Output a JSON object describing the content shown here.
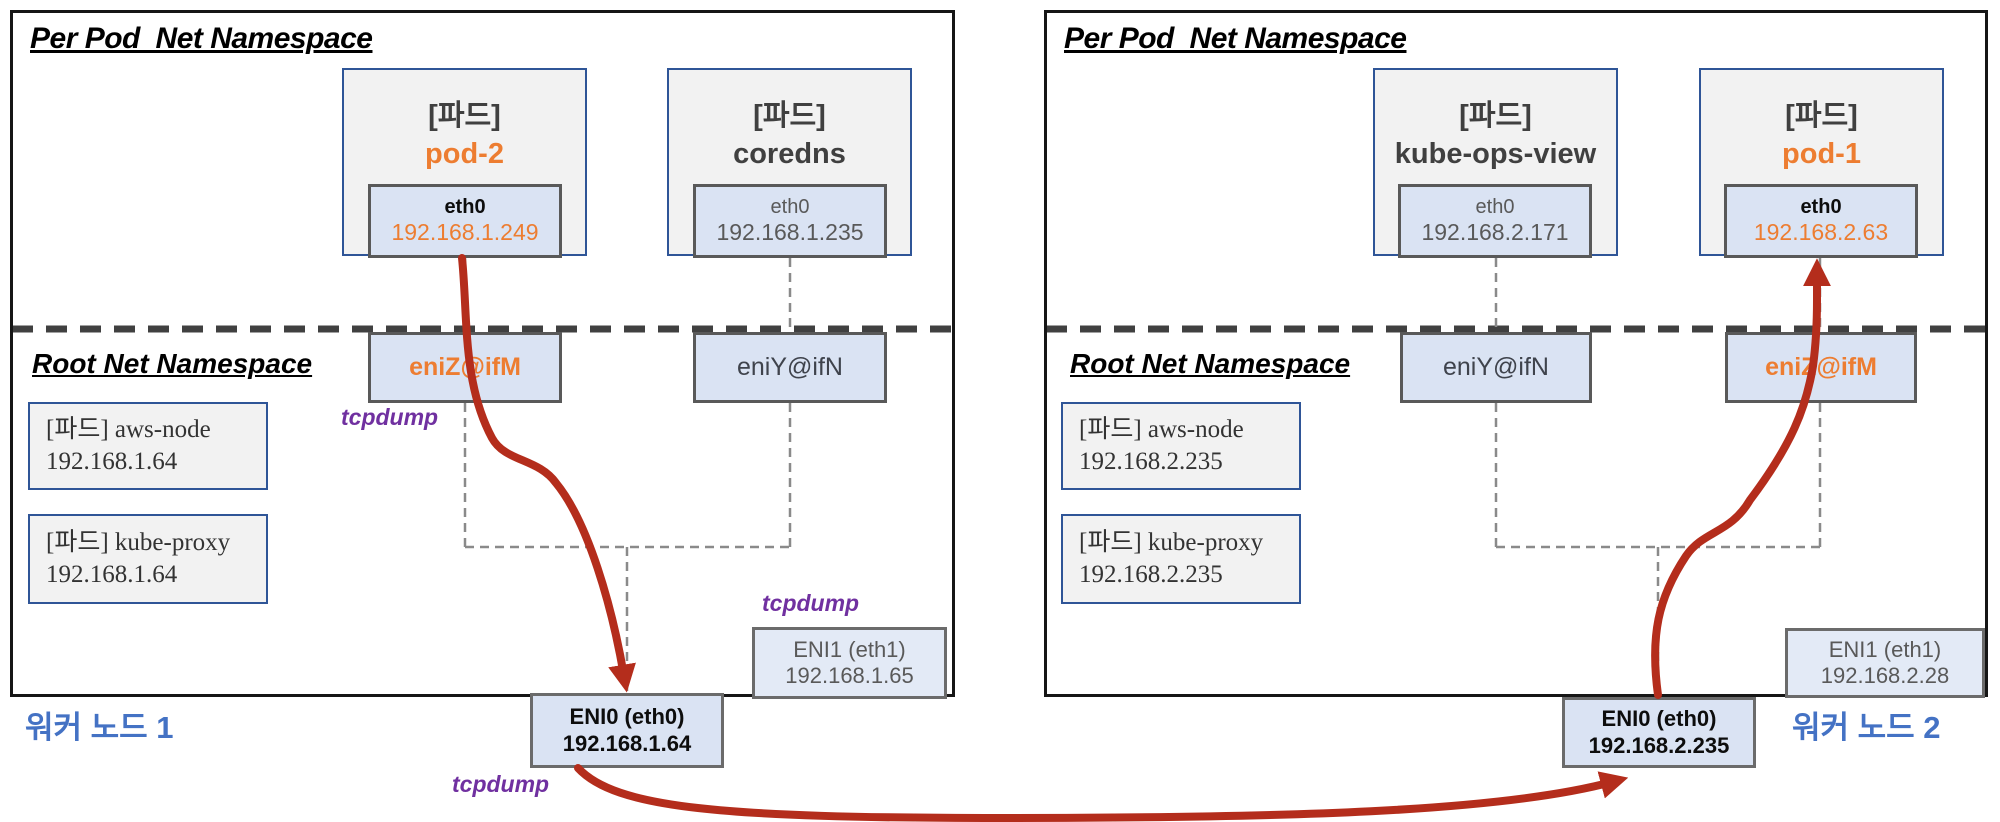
{
  "colors": {
    "accent_orange": "#ED7D31",
    "arrow_red": "#B42D1C",
    "tcpdump_purple": "#7030A0",
    "node_label_blue": "#4472C4",
    "pod_fill_gray": "#F2F2F2",
    "interface_fill_blue": "#DAE3F3",
    "pod_border_blue": "#2F5597",
    "interface_border_gray": "#595959"
  },
  "node1": {
    "title": "Per Pod  Net Namespace",
    "root_title": "Root Net Namespace",
    "node_label": "워커 노드 1",
    "pod_a": {
      "tag": "[파드]",
      "name": "pod-2",
      "eth_label": "eth0",
      "eth_ip": "192.168.1.249"
    },
    "pod_b": {
      "tag": "[파드]",
      "name": "coredns",
      "eth_label": "eth0",
      "eth_ip": "192.168.1.235"
    },
    "root_pod_a": {
      "name": "[파드] aws-node",
      "ip": "192.168.1.64"
    },
    "root_pod_b": {
      "name": "[파드] kube-proxy",
      "ip": "192.168.1.64"
    },
    "veth_a": "eniZ@ifM",
    "veth_b": "eniY@ifN",
    "eni0": {
      "label": "ENI0 (eth0)",
      "ip": "192.168.1.64"
    },
    "eni1": {
      "label": "ENI1 (eth1)",
      "ip": "192.168.1.65"
    },
    "tcpdump_veth": "tcpdump",
    "tcpdump_eni1": "tcpdump",
    "tcpdump_eni0": "tcpdump"
  },
  "node2": {
    "title": "Per Pod  Net Namespace",
    "root_title": "Root Net Namespace",
    "node_label": "워커 노드 2",
    "pod_a": {
      "tag": "[파드]",
      "name": "kube-ops-view",
      "eth_label": "eth0",
      "eth_ip": "192.168.2.171"
    },
    "pod_b": {
      "tag": "[파드]",
      "name": "pod-1",
      "eth_label": "eth0",
      "eth_ip": "192.168.2.63"
    },
    "root_pod_a": {
      "name": "[파드] aws-node",
      "ip": "192.168.2.235"
    },
    "root_pod_b": {
      "name": "[파드] kube-proxy",
      "ip": "192.168.2.235"
    },
    "veth_a": "eniY@ifN",
    "veth_b": "eniZ@ifM",
    "eni0": {
      "label": "ENI0 (eth0)",
      "ip": "192.168.2.235"
    },
    "eni1": {
      "label": "ENI1 (eth1)",
      "ip": "192.168.2.28"
    }
  }
}
